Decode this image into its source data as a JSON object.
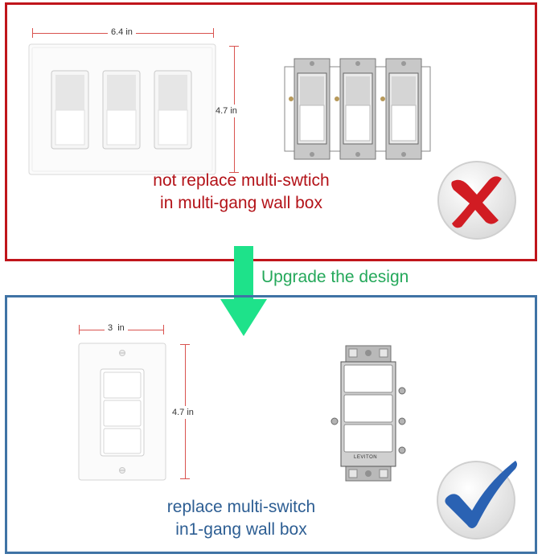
{
  "top": {
    "width_label": "6.4 in",
    "height_label": "4.7 in",
    "caption_line1": "not replace multi-swtich",
    "caption_line2": "in multi-gang wall box",
    "border_color": "#c0151b",
    "badge": "x-mark-icon"
  },
  "middle": {
    "label": "Upgrade the design",
    "arrow_color": "#1ee28a"
  },
  "bottom": {
    "width_label": "3  in",
    "height_label": "4.7 in",
    "caption_line1": "replace multi-switch",
    "caption_line2": "in1-gang wall box",
    "border_color": "#3f73a5",
    "device_brand": "LEVITON",
    "badge": "checkmark-icon"
  }
}
